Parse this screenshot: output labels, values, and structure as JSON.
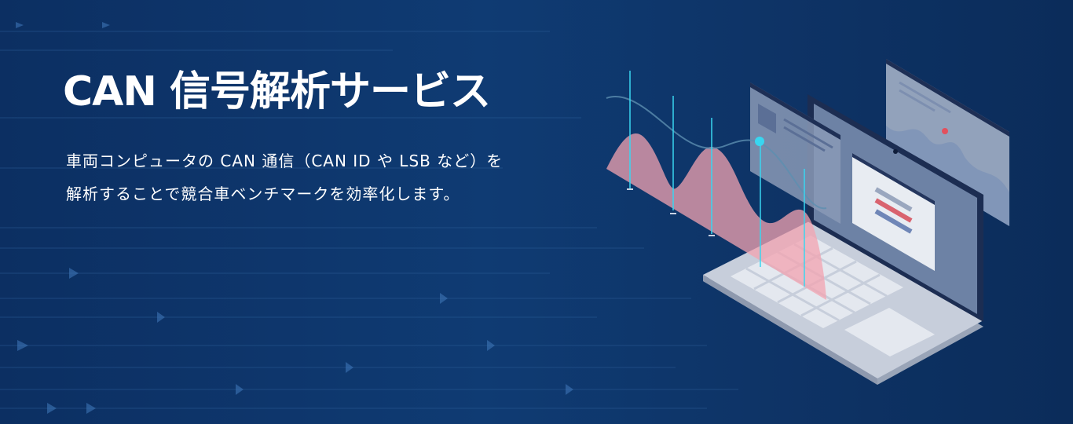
{
  "hero": {
    "title": "CAN 信号解析サービス",
    "description_line1": "車両コンピュータの CAN 通信（CAN ID や LSB など）を",
    "description_line2": "解析することで競合車ベンチマークを効率化します。"
  },
  "colors": {
    "background": "#0f3b73",
    "accent_cyan": "#38d6f0",
    "wave_pink": "#f3a3b0",
    "laptop_body": "#c3cad6",
    "screen": "#6b80a2"
  },
  "icons": [
    "laptop-illustration",
    "waveform-graph",
    "floating-window"
  ]
}
